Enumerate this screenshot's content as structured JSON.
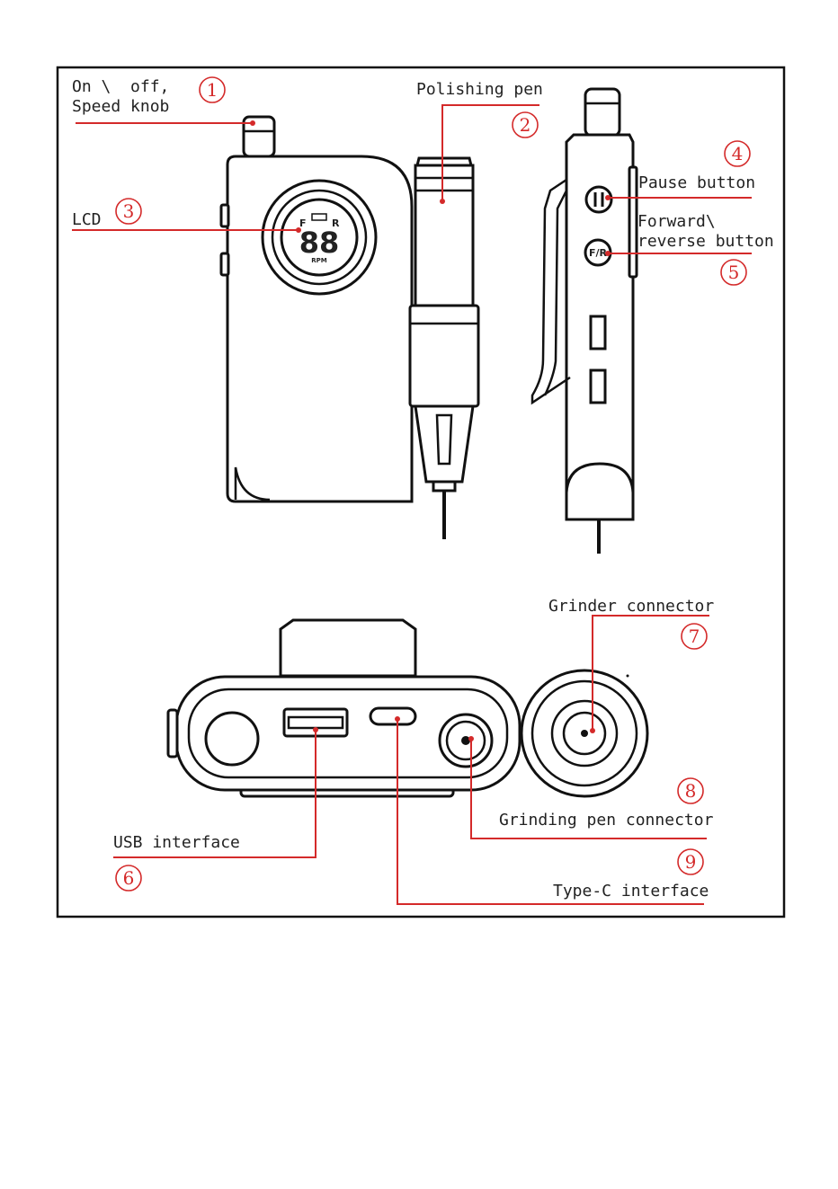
{
  "labels": {
    "on_off_line1": "On \\  off,",
    "on_off_line2": "Speed knob",
    "polishing_pen": "Polishing pen",
    "lcd": "LCD",
    "pause_button": "Pause button",
    "forward_reverse_line1": "Forward\\",
    "forward_reverse_line2": "reverse button",
    "grinder_connector": "Grinder connector",
    "grinding_pen_connector": "Grinding pen connector",
    "usb_interface": "USB interface",
    "type_c_interface": "Type-C interface"
  },
  "callouts": [
    "1",
    "2",
    "3",
    "4",
    "5",
    "6",
    "7",
    "8",
    "9"
  ],
  "device_text": {
    "lcd_forward": "F",
    "lcd_reverse": "R",
    "lcd_digits": "88",
    "lcd_unit": "RPM",
    "fr_button": "F/R"
  },
  "colors": {
    "accent": "#d42a2a",
    "outline": "#111111"
  }
}
